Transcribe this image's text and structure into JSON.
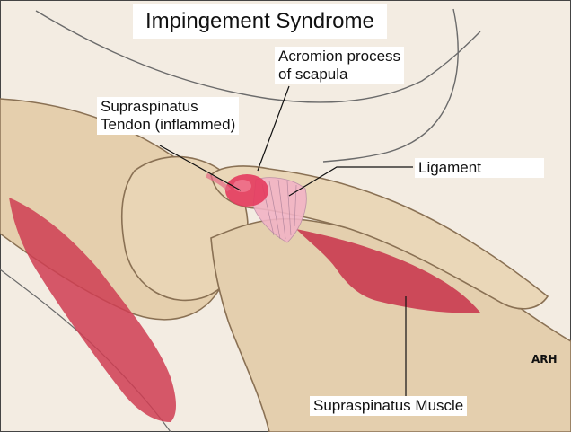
{
  "title": "Impingement Syndrome",
  "labels": {
    "acromion": "Acromion process\nof scapula",
    "tendon": "Supraspinatus\nTendon (inflammed)",
    "ligament": "Ligament",
    "muscle": "Supraspinatus Muscle"
  },
  "credit": "ARH",
  "colors": {
    "paper": "#f3ece2",
    "bone": "#e7d2b0",
    "muscle": "#c83a4e",
    "inflamed": "#e03a5c",
    "ligament": "#f2b6c8"
  }
}
